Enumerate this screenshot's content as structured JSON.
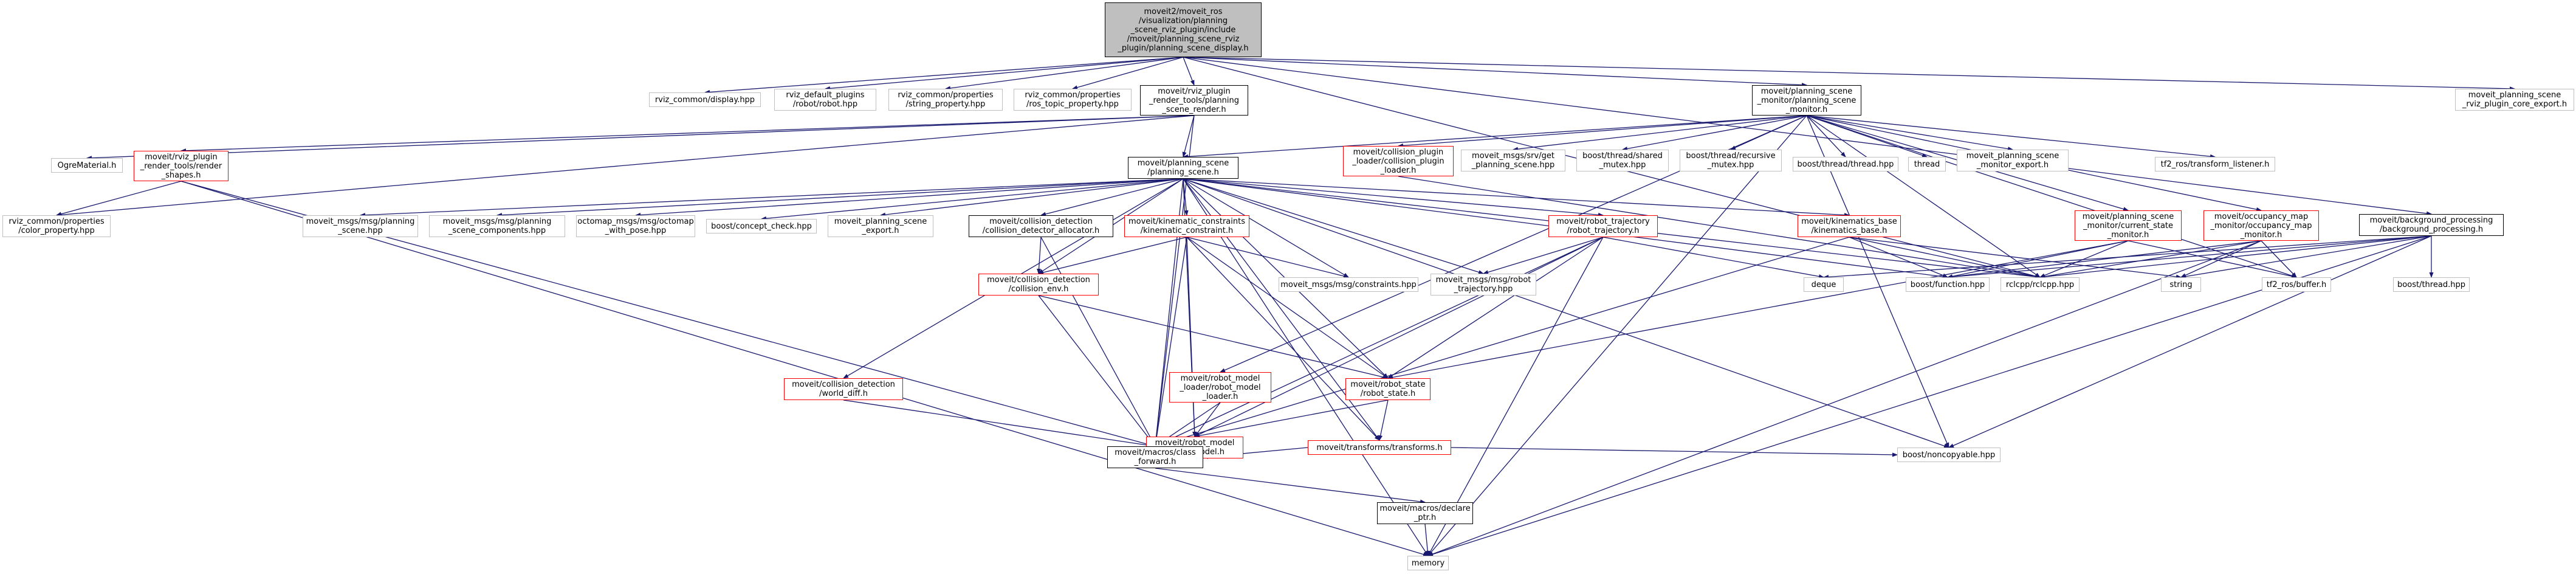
{
  "graph": {
    "edge_color": "#191970",
    "colors": {
      "root_fill": "#bfbfbf",
      "missing_border": "#ff0000",
      "normal_border": "#bfbfbf",
      "documented_border": "#000000"
    },
    "nodes": {
      "root": "moveit2/moveit_ros\n/visualization/planning\n_scene_rviz_plugin/include\n/moveit/planning_scene_rviz\n_plugin/planning_scene_display.h",
      "rviz_display": "rviz_common/display.hpp",
      "rviz_robot": "rviz_default_plugins\n/robot/robot.hpp",
      "rviz_string_prop": "rviz_common/properties\n/string_property.hpp",
      "rviz_ros_topic_prop": "rviz_common/properties\n/ros_topic_property.hpp",
      "ps_render": "moveit/rviz_plugin\n_render_tools/planning\n_scene_render.h",
      "psm": "moveit/planning_scene\n_monitor/planning_scene\n_monitor.h",
      "core_export": "moveit_planning_scene\n_rviz_plugin_core_export.h",
      "ogre_material": "OgreMaterial.h",
      "render_shapes": "moveit/rviz_plugin\n_render_tools/render\n_shapes.h",
      "planning_scene": "moveit/planning_scene\n/planning_scene.h",
      "collision_plugin_loader": "moveit/collision_plugin\n_loader/collision_plugin\n_loader.h",
      "srv_get_ps": "moveit_msgs/srv/get\n_planning_scene.hpp",
      "shared_mutex": "boost/thread/shared\n_mutex.hpp",
      "recursive_mutex": "boost/thread/recursive\n_mutex.hpp",
      "boost_thread_hpp": "boost/thread/thread.hpp",
      "thread": "thread",
      "psm_export": "moveit_planning_scene\n_monitor_export.h",
      "tf2_listener": "tf2_ros/transform_listener.h",
      "color_prop": "rviz_common/properties\n/color_property.hpp",
      "msg_ps": "moveit_msgs/msg/planning\n_scene.hpp",
      "msg_ps_components": "moveit_msgs/msg/planning\n_scene_components.hpp",
      "octomap_pose": "octomap_msgs/msg/octomap\n_with_pose.hpp",
      "concept_check": "boost/concept_check.hpp",
      "ps_export": "moveit_planning_scene\n_export.h",
      "cd_allocator": "moveit/collision_detection\n/collision_detector_allocator.h",
      "kinematic_constraint": "moveit/kinematic_constraints\n/kinematic_constraint.h",
      "robot_trajectory": "moveit/robot_trajectory\n/robot_trajectory.h",
      "kinematics_base": "moveit/kinematics_base\n/kinematics_base.h",
      "current_state_monitor": "moveit/planning_scene\n_monitor/current_state\n_monitor.h",
      "occupancy_map_monitor": "moveit/occupancy_map\n_monitor/occupancy_map\n_monitor.h",
      "background_processing": "moveit/background_processing\n/background_processing.h",
      "boost_thread": "boost/thread.hpp",
      "collision_env": "moveit/collision_detection\n/collision_env.h",
      "constraints_msg": "moveit_msgs/msg/constraints.hpp",
      "robot_trajectory_msg": "moveit_msgs/msg/robot\n_trajectory.hpp",
      "deque": "deque",
      "boost_function": "boost/function.hpp",
      "rclcpp": "rclcpp/rclcpp.hpp",
      "string": "string",
      "tf2_buffer": "tf2_ros/buffer.h",
      "world_diff": "moveit/collision_detection\n/world_diff.h",
      "robot_model_loader": "moveit/robot_model\n_loader/robot_model\n_loader.h",
      "robot_state": "moveit/robot_state\n/robot_state.h",
      "robot_model": "moveit/robot_model\n/robot_model.h",
      "transforms": "moveit/transforms/transforms.h",
      "noncopyable": "boost/noncopyable.hpp",
      "class_forward": "moveit/macros/class\n_forward.h",
      "declare_ptr": "moveit/macros/declare\n_ptr.h",
      "memory": "memory"
    }
  }
}
